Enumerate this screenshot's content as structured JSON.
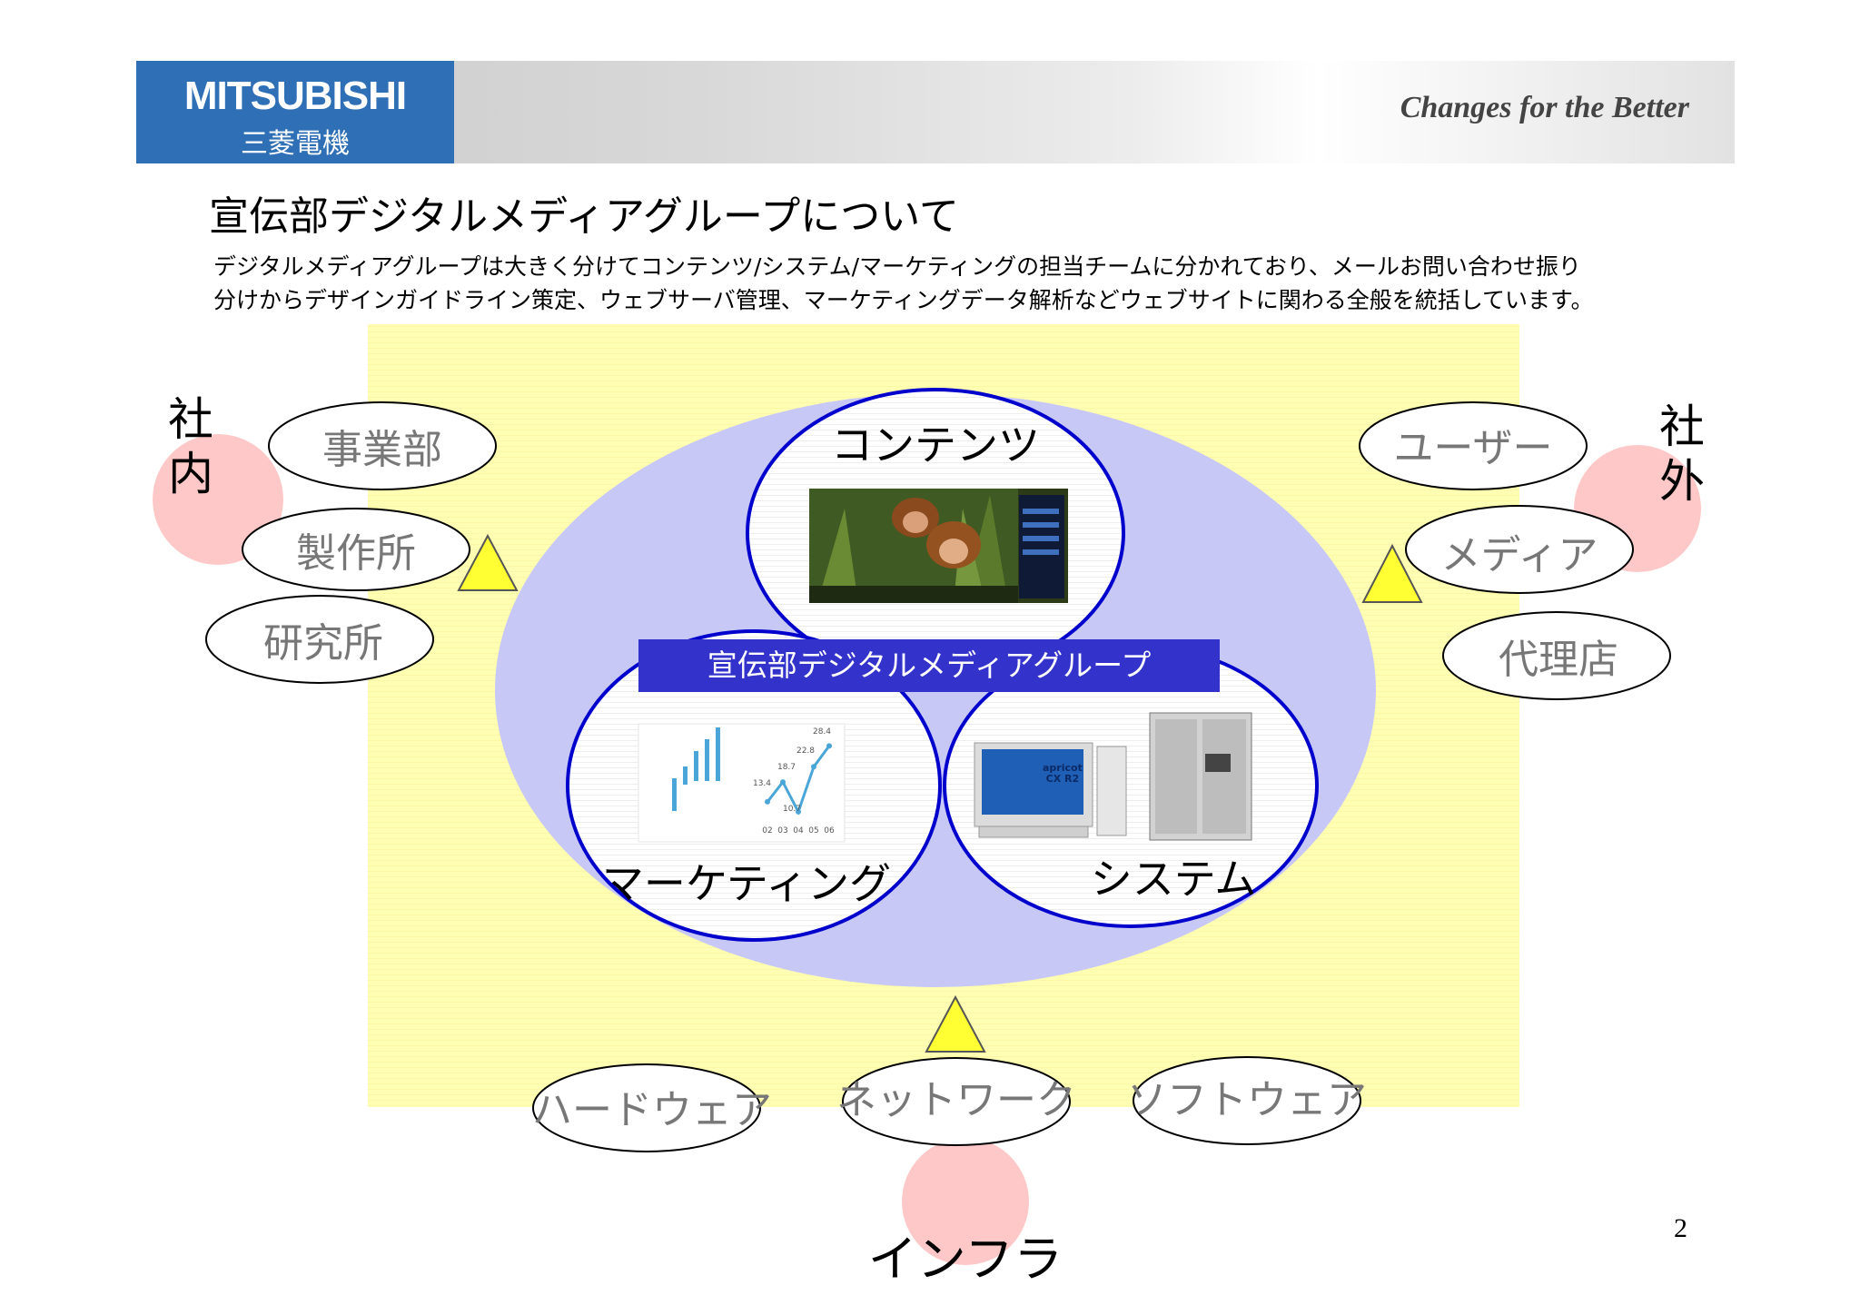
{
  "header": {
    "logo_en": "MITSUBISHI",
    "logo_ja": "三菱電機",
    "slogan": "Changes for the Better"
  },
  "title": "宣伝部デジタルメディアグループについて",
  "description": [
    "デジタルメディアグループは大きく分けてコンテンツ/システム/マーケティングの担当チームに分かれており、メールお問い合わせ振り",
    "分けからデザインガイドライン策定、ウェブサーバ管理、マーケティングデータ解析などウェブサイトに関わる全般を統括しています。"
  ],
  "internal": {
    "label": "社内",
    "chars": [
      "社",
      "内"
    ],
    "items": [
      "事業部",
      "製作所",
      "研究所"
    ]
  },
  "external": {
    "label": "社外",
    "chars": [
      "社",
      "外"
    ],
    "items": [
      "ユーザー",
      "メディア",
      "代理店"
    ]
  },
  "infrastructure": {
    "label": "インフラ",
    "items": [
      "ハードウェア",
      "ネットワーク",
      "ソフトウェア"
    ]
  },
  "group": {
    "banner": "宣伝部デジタルメディアグループ",
    "teams": [
      "コンテンツ",
      "マーケティング",
      "システム"
    ]
  },
  "mini_chart": {
    "values": [
      "13.4",
      "18.7",
      "10.7",
      "22.8",
      "28.4"
    ],
    "ticks": [
      "02",
      "03",
      "04",
      "05",
      "06"
    ]
  },
  "monitor_text": [
    "apricot",
    "CX R2"
  ],
  "colors": {
    "logo_blue": "#2f6fb6",
    "background_yellow": "#ffffb3",
    "main_ellipse": "#c8c8f7",
    "circle_border": "#0000cc",
    "banner": "#3333cc",
    "pink": "#ffc8c8",
    "triangle": "#ffff33"
  },
  "page_number": "2"
}
